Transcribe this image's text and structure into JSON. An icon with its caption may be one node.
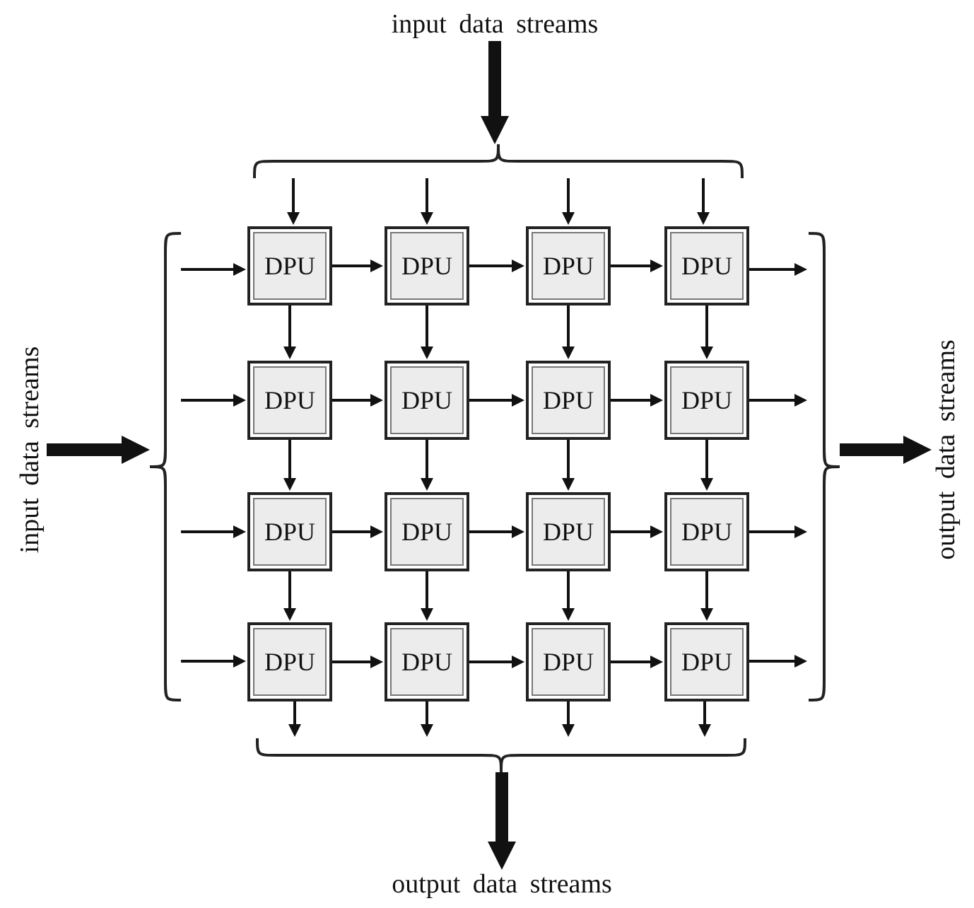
{
  "diagram": {
    "nodes": [
      {
        "text": [
          "input data streams"
        ]
      },
      {
        "text": [],
        "shape": "brace"
      },
      {
        "text": [
          "input data streams"
        ]
      },
      {
        "text": [],
        "shape": "brace"
      },
      {
        "text": [
          "DPU"
        ]
      },
      {
        "text": [
          "DPU"
        ]
      },
      {
        "text": [
          "DPU"
        ]
      },
      {
        "text": [
          "DPU"
        ]
      },
      {
        "text": [
          "DPU"
        ]
      },
      {
        "text": [
          "DPU"
        ]
      },
      {
        "text": [
          "DPU"
        ]
      },
      {
        "text": [
          "DPU"
        ]
      },
      {
        "text": [
          "DPU"
        ]
      },
      {
        "text": [
          "DPU"
        ]
      },
      {
        "text": [
          "DPU"
        ]
      },
      {
        "text": [
          "DPU"
        ]
      },
      {
        "text": [
          "DPU"
        ]
      },
      {
        "text": [
          "DPU"
        ]
      },
      {
        "text": [
          "DPU"
        ]
      },
      {
        "text": [
          "DPU"
        ]
      },
      {
        "text": [],
        "shape": "brace"
      },
      {
        "text": [
          "output data streams"
        ]
      },
      {
        "text": [],
        "shape": "brace"
      },
      {
        "text": [
          "output data streams"
        ]
      }
    ],
    "edges": [
      {
        "from": 0,
        "to": 1,
        "arrow": "to",
        "style": "thick"
      },
      {
        "from": 2,
        "to": 3,
        "arrow": "to",
        "style": "thick"
      },
      {
        "from": 20,
        "to": 21,
        "arrow": "to",
        "style": "thick"
      },
      {
        "from": 22,
        "to": 23,
        "arrow": "to",
        "style": "thick"
      },
      {
        "from": 1,
        "to": 4,
        "arrow": "to"
      },
      {
        "from": 1,
        "to": 5,
        "arrow": "to"
      },
      {
        "from": 1,
        "to": 6,
        "arrow": "to"
      },
      {
        "from": 1,
        "to": 7,
        "arrow": "to"
      },
      {
        "from": 3,
        "to": 4,
        "arrow": "to"
      },
      {
        "from": 3,
        "to": 8,
        "arrow": "to"
      },
      {
        "from": 3,
        "to": 12,
        "arrow": "to"
      },
      {
        "from": 3,
        "to": 16,
        "arrow": "to"
      },
      {
        "from": 4,
        "to": 5,
        "arrow": "to"
      },
      {
        "from": 5,
        "to": 6,
        "arrow": "to"
      },
      {
        "from": 6,
        "to": 7,
        "arrow": "to"
      },
      {
        "from": 8,
        "to": 9,
        "arrow": "to"
      },
      {
        "from": 9,
        "to": 10,
        "arrow": "to"
      },
      {
        "from": 10,
        "to": 11,
        "arrow": "to"
      },
      {
        "from": 12,
        "to": 13,
        "arrow": "to"
      },
      {
        "from": 13,
        "to": 14,
        "arrow": "to"
      },
      {
        "from": 14,
        "to": 15,
        "arrow": "to"
      },
      {
        "from": 16,
        "to": 17,
        "arrow": "to"
      },
      {
        "from": 17,
        "to": 18,
        "arrow": "to"
      },
      {
        "from": 18,
        "to": 19,
        "arrow": "to"
      },
      {
        "from": 4,
        "to": 8,
        "arrow": "to"
      },
      {
        "from": 8,
        "to": 12,
        "arrow": "to"
      },
      {
        "from": 12,
        "to": 16,
        "arrow": "to"
      },
      {
        "from": 5,
        "to": 9,
        "arrow": "to"
      },
      {
        "from": 9,
        "to": 13,
        "arrow": "to"
      },
      {
        "from": 13,
        "to": 17,
        "arrow": "to"
      },
      {
        "from": 6,
        "to": 10,
        "arrow": "to"
      },
      {
        "from": 10,
        "to": 14,
        "arrow": "to"
      },
      {
        "from": 14,
        "to": 18,
        "arrow": "to"
      },
      {
        "from": 7,
        "to": 11,
        "arrow": "to"
      },
      {
        "from": 11,
        "to": 15,
        "arrow": "to"
      },
      {
        "from": 15,
        "to": 19,
        "arrow": "to"
      },
      {
        "from": 7,
        "to": 20,
        "arrow": "to"
      },
      {
        "from": 11,
        "to": 20,
        "arrow": "to"
      },
      {
        "from": 15,
        "to": 20,
        "arrow": "to"
      },
      {
        "from": 19,
        "to": 20,
        "arrow": "to"
      },
      {
        "from": 16,
        "to": 22,
        "arrow": "to"
      },
      {
        "from": 17,
        "to": 22,
        "arrow": "to"
      },
      {
        "from": 18,
        "to": 22,
        "arrow": "to"
      },
      {
        "from": 19,
        "to": 22,
        "arrow": "to"
      }
    ]
  }
}
